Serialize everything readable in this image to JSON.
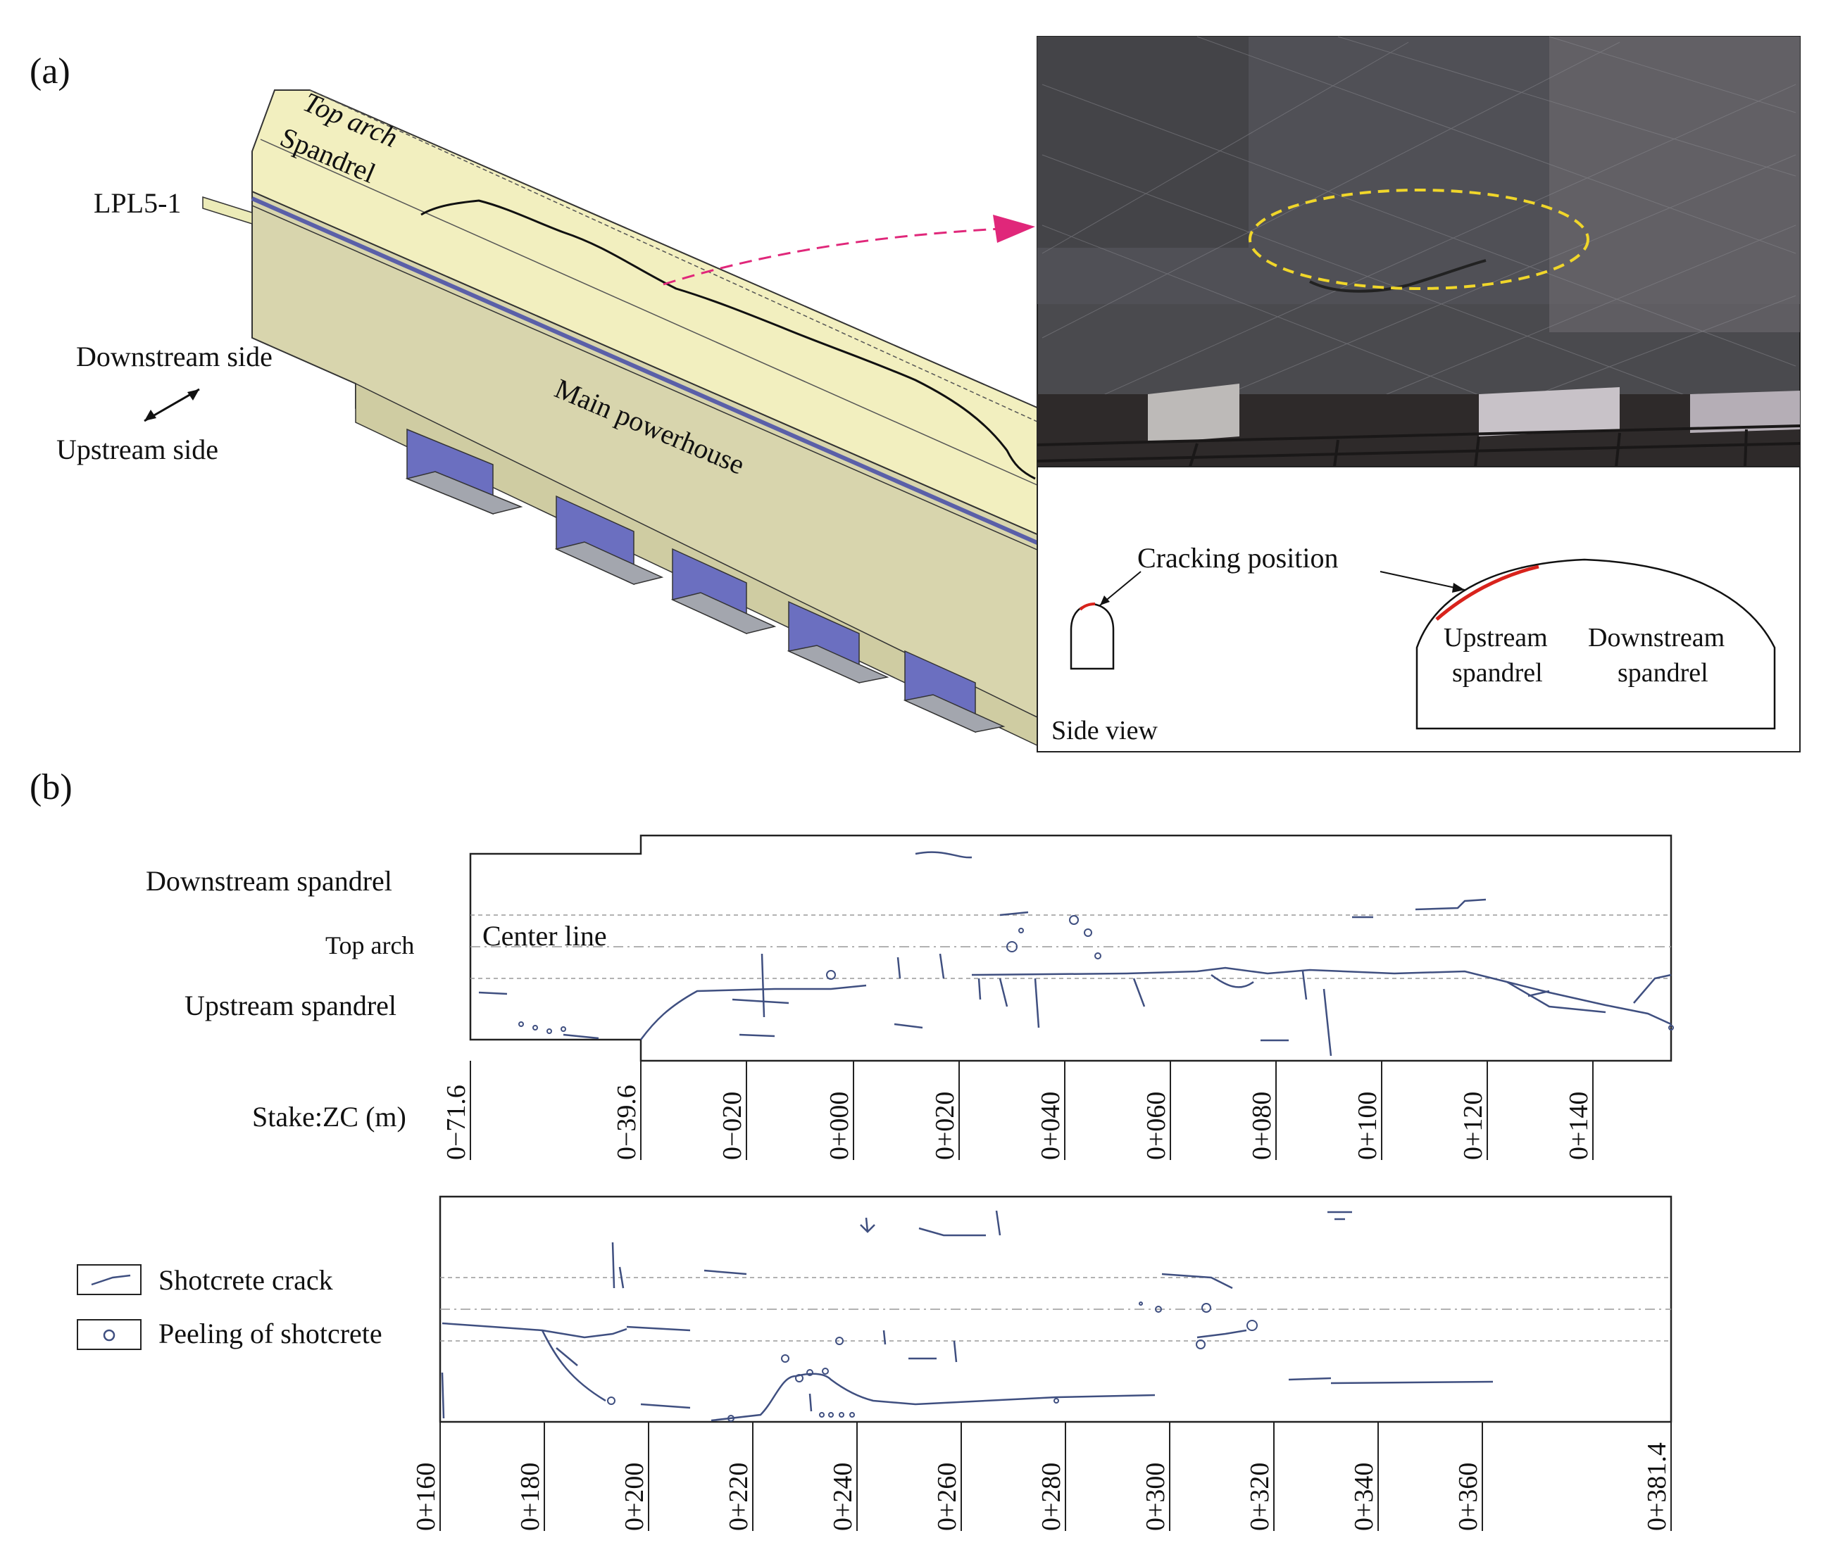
{
  "panel_a": {
    "label": "(a)",
    "model_labels": {
      "top_arch": "Top arch",
      "spandrel": "Spandrel",
      "tunnel": "LPL5-1",
      "downstream": "Downstream side",
      "upstream": "Upstream side",
      "powerhouse": "Main powerhouse"
    },
    "inset": {
      "cracking_position": "Cracking position",
      "upstream_spandrel": "Upstream\nspandrel",
      "downstream_spandrel": "Downstream\nspandrel",
      "upstream_line1": "Upstream",
      "upstream_line2": "spandrel",
      "downstream_line1": "Downstream",
      "downstream_line2": "spandrel",
      "side_view": "Side view"
    },
    "colors": {
      "model_fill": "#d9d6b0",
      "model_top": "#f2efbe",
      "niche_blue": "#6a6ec0",
      "niche_grey": "#a3a6ae",
      "arrow_magenta": "#e0277a",
      "ellipse_yellow": "#f0d62a",
      "crack_red": "#d8231c"
    }
  },
  "panel_b": {
    "label": "(b)",
    "row_labels": {
      "downstream_spandrel": "Downstream spandrel",
      "top_arch": "Top arch",
      "upstream_spandrel": "Upstream spandrel",
      "center_line": "Center line"
    },
    "stake_label": "Stake:ZC (m)",
    "stakes_upper": [
      "0−71.6",
      "0−39.6",
      "0−020",
      "0+000",
      "0+020",
      "0+040",
      "0+060",
      "0+080",
      "0+100",
      "0+120",
      "0+140"
    ],
    "stakes_lower": [
      "0+160",
      "0+180",
      "0+200",
      "0+220",
      "0+240",
      "0+260",
      "0+280",
      "0+300",
      "0+320",
      "0+340",
      "0+360",
      "0+381.4"
    ],
    "legend": [
      {
        "icon": "crack-line-icon",
        "label": "Shotcrete crack"
      },
      {
        "icon": "peel-circle-icon",
        "label": "Peeling of shotcrete"
      }
    ],
    "colors": {
      "crack": "#3f4f80",
      "border": "#222222",
      "grid": "#999999"
    }
  }
}
